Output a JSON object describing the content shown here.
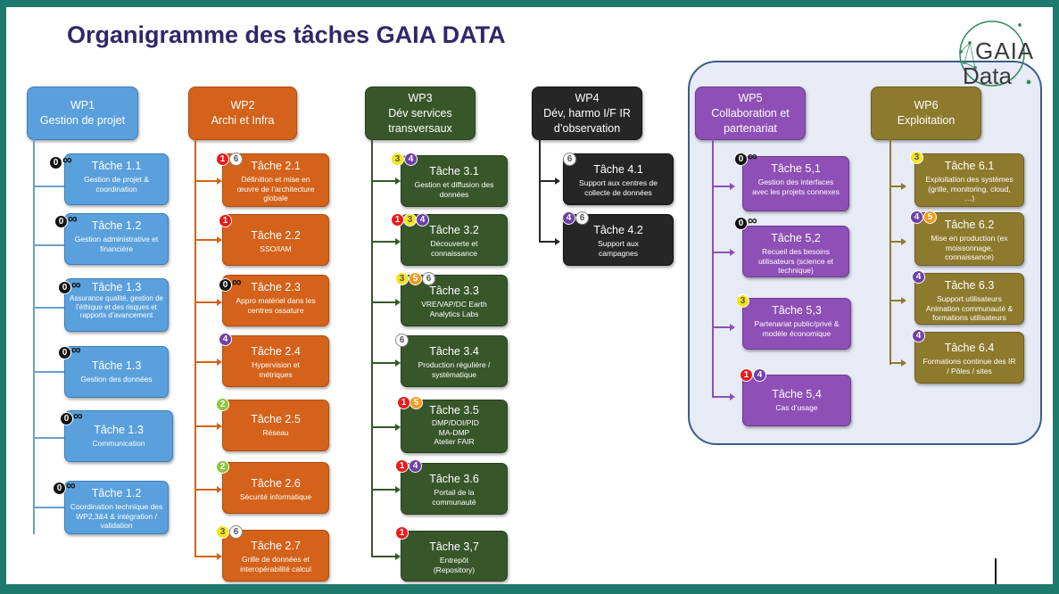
{
  "title": "Organigramme des tâches GAIA DATA",
  "logo": {
    "line1": "GAIA",
    "line2": "Data",
    "accent": "#2e8a5a"
  },
  "colors": {
    "wp1": "#5aa0dc",
    "wp2": "#d4621a",
    "wp3": "#37572a",
    "wp4": "#262626",
    "wp5": "#8e4fb6",
    "wp6": "#8e7a2d",
    "frame": "#1e7a6c"
  },
  "wps": [
    {
      "id": "wp1",
      "name": "WP1",
      "sub": "Gestion de projet"
    },
    {
      "id": "wp2",
      "name": "WP2",
      "sub": "Archi et Infra"
    },
    {
      "id": "wp3",
      "name": "WP3",
      "sub": "Dév services transversaux"
    },
    {
      "id": "wp4",
      "name": "WP4",
      "sub": "Dév, harmo I/F IR d’observation"
    },
    {
      "id": "wp5",
      "name": "WP5",
      "sub": "Collaboration et partenariat"
    },
    {
      "id": "wp6",
      "name": "WP6",
      "sub": "Exploitation"
    }
  ],
  "tasks": {
    "wp1": [
      {
        "title": "Tâche 1.1",
        "desc": "Gestion de projet & coordination",
        "badges": [
          "0∞"
        ]
      },
      {
        "title": "Tâche 1.2",
        "desc": "Gestion administrative et financière",
        "badges": [
          "0∞"
        ]
      },
      {
        "title": "Tâche 1.3",
        "desc": "Assurance qualité, gestion de l’éthique et des risques et rapports d’avancement",
        "badges": [
          "0∞"
        ]
      },
      {
        "title": "Tâche 1.3",
        "desc": "Gestion des données",
        "badges": [
          "0∞"
        ]
      },
      {
        "title": "Tâche 1.3",
        "desc": "Communication",
        "badges": [
          "0∞"
        ]
      },
      {
        "title": "Tâche 1.2",
        "desc": "Coordination technique des WP2,3&4 & intégration / validation",
        "badges": [
          "0∞"
        ]
      }
    ],
    "wp2": [
      {
        "title": "Tâche 2.1",
        "desc": "Définition et mise en œuvre de l’architecture globale",
        "badges": [
          "1",
          "6"
        ]
      },
      {
        "title": "Tâche 2.2",
        "desc": "SSO/IAM",
        "badges": [
          "1"
        ]
      },
      {
        "title": "Tâche 2.3",
        "desc": "Appro matériel dans les centres ossature",
        "badges": [
          "0∞"
        ]
      },
      {
        "title": "Tâche 2.4",
        "desc": "Hypervision et métriques",
        "badges": [
          "4"
        ]
      },
      {
        "title": "Tâche 2.5",
        "desc": "Réseau",
        "badges": [
          "2"
        ]
      },
      {
        "title": "Tâche 2.6",
        "desc": "Sécurité informatique",
        "badges": [
          "2"
        ]
      },
      {
        "title": "Tâche 2.7",
        "desc": "Grille de données et interopérabilité calcul",
        "badges": [
          "3",
          "6"
        ]
      }
    ],
    "wp3": [
      {
        "title": "Tâche 3.1",
        "desc": "Gestion et diffusion des données",
        "badges": [
          "3",
          "4"
        ]
      },
      {
        "title": "Tâche 3.2",
        "desc": "Découverte et connaissance",
        "badges": [
          "1",
          "3",
          "4"
        ]
      },
      {
        "title": "Tâche 3.3",
        "desc": "VRE/VAP/DC Earth Analytics Labs",
        "badges": [
          "3",
          "5",
          "6"
        ]
      },
      {
        "title": "Tâche 3.4",
        "desc": "Production régulière / systématique",
        "badges": [
          "6"
        ]
      },
      {
        "title": "Tâche 3.5",
        "desc": "DMP/DOI/PID MA-DMP Atelier FAIR",
        "badges": [
          "1",
          "5"
        ]
      },
      {
        "title": "Tâche 3.6",
        "desc": "Portail de la communauté",
        "badges": [
          "1",
          "4"
        ]
      },
      {
        "title": "Tâche 3,7",
        "desc": "Entrepôt (Repository)",
        "badges": [
          "1"
        ]
      }
    ],
    "wp4": [
      {
        "title": "Tâche 4.1",
        "desc": "Support aux centres de collecte de données",
        "badges": [
          "6"
        ]
      },
      {
        "title": "Tâche 4.2",
        "desc": "Support aux campagnes",
        "badges": [
          "4",
          "6"
        ]
      }
    ],
    "wp5": [
      {
        "title": "Tâche 5,1",
        "desc": "Gestion des interfaces avec les projets connexes",
        "badges": [
          "0∞"
        ]
      },
      {
        "title": "Tâche 5,2",
        "desc": "Recueil des besoins utilisateurs (science et technique)",
        "badges": [
          "0∞"
        ]
      },
      {
        "title": "Tâche 5,3",
        "desc": "Partenariat public/privé & modèle économique",
        "badges": [
          "3"
        ]
      },
      {
        "title": "Tâche 5,4",
        "desc": "Cas d’usage",
        "badges": [
          "1",
          "4"
        ]
      }
    ],
    "wp6": [
      {
        "title": "Tâche 6.1",
        "desc": "Exploitation des systèmes (grille, monitoring, cloud, …)",
        "badges": [
          "3"
        ]
      },
      {
        "title": "Tâche 6.2",
        "desc": "Mise en production (ex moissonnage, connaissance)",
        "badges": [
          "4",
          "5"
        ]
      },
      {
        "title": "Tâche 6.3",
        "desc": "Support utilisateurs Animation communauté & formations utilisateurs",
        "badges": [
          "4"
        ]
      },
      {
        "title": "Tâche 6.4",
        "desc": "Formations continue des IR / Pôles / sites",
        "badges": [
          "4"
        ]
      }
    ]
  }
}
